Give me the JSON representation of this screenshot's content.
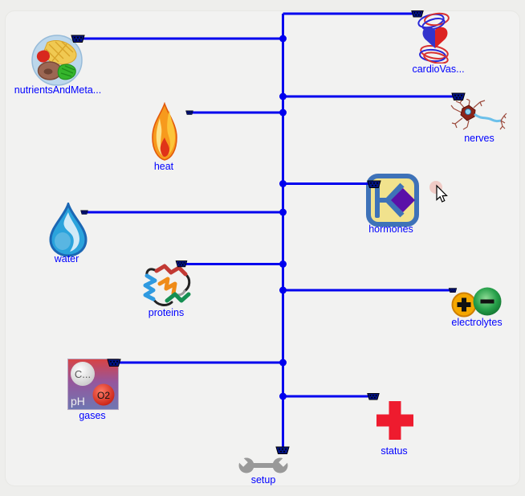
{
  "canvas": {
    "background": "#f2f2f1",
    "connection_color": "#0000ee",
    "label_color": "#0000ff"
  },
  "components": {
    "nutrients": {
      "label": "nutrientsAndMeta...",
      "icon": "food-plate-icon"
    },
    "cardio": {
      "label": "cardioVas...",
      "icon": "heart-vessels-icon"
    },
    "heat": {
      "label": "heat",
      "icon": "flame-icon"
    },
    "nerves": {
      "label": "nerves",
      "icon": "neuron-icon"
    },
    "hormones": {
      "label": "hormones",
      "icon": "receptor-diamond-icon"
    },
    "water": {
      "label": "water",
      "icon": "water-drop-icon"
    },
    "proteins": {
      "label": "proteins",
      "icon": "protein-ribbon-icon"
    },
    "electrolytes": {
      "label": "electrolytes",
      "icon": "plus-minus-ions-icon"
    },
    "gases": {
      "label": "gases",
      "icon": "gas-spheres-icon",
      "co2_label": "C...",
      "o2_label": "O2",
      "ph_label": "pH"
    },
    "status": {
      "label": "status",
      "icon": "red-cross-icon"
    },
    "setup": {
      "label": "setup",
      "icon": "wrench-icon"
    }
  }
}
